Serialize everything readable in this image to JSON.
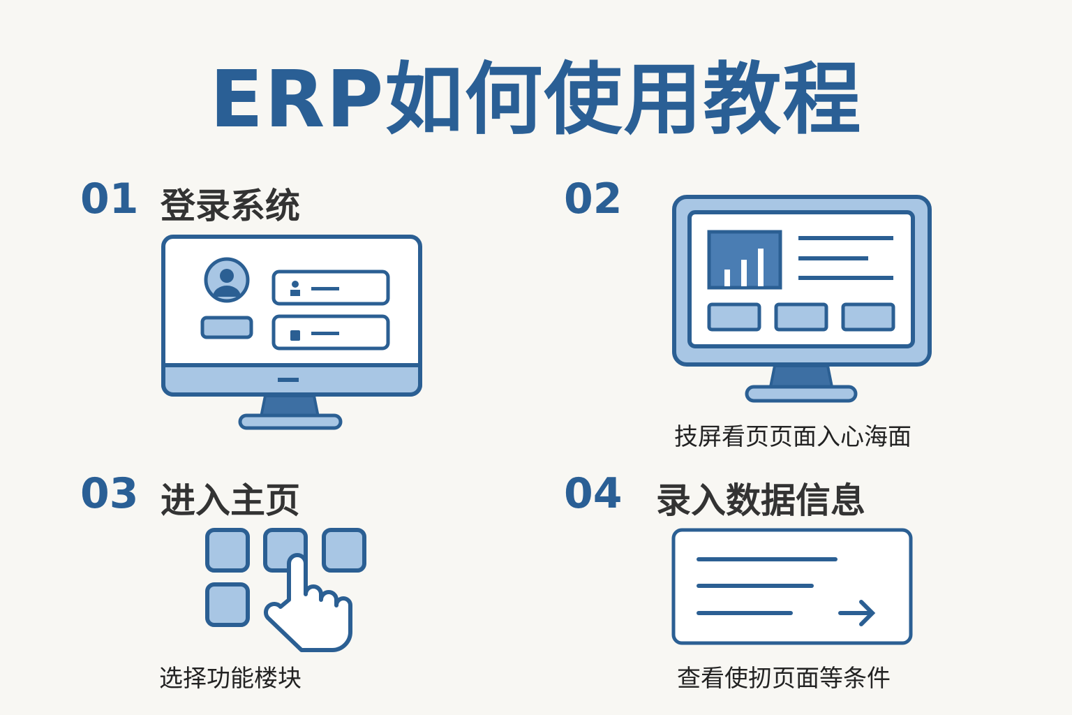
{
  "title": "ERP如何使用教程",
  "colors": {
    "primary": "#2b5f93",
    "light": "#a8c6e4",
    "background": "#f8f7f3"
  },
  "steps": [
    {
      "number": "01",
      "heading": "登录系统",
      "icon": "login-monitor-icon"
    },
    {
      "number": "02",
      "caption": "技屏看页页面入心海面",
      "icon": "dashboard-monitor-icon"
    },
    {
      "number": "03",
      "heading": "进入主页",
      "caption": "选择功能楼块",
      "icon": "tap-grid-icon"
    },
    {
      "number": "04",
      "heading": "录入数据信息",
      "caption": "查看使扨页面等条件",
      "icon": "form-arrow-icon"
    }
  ]
}
